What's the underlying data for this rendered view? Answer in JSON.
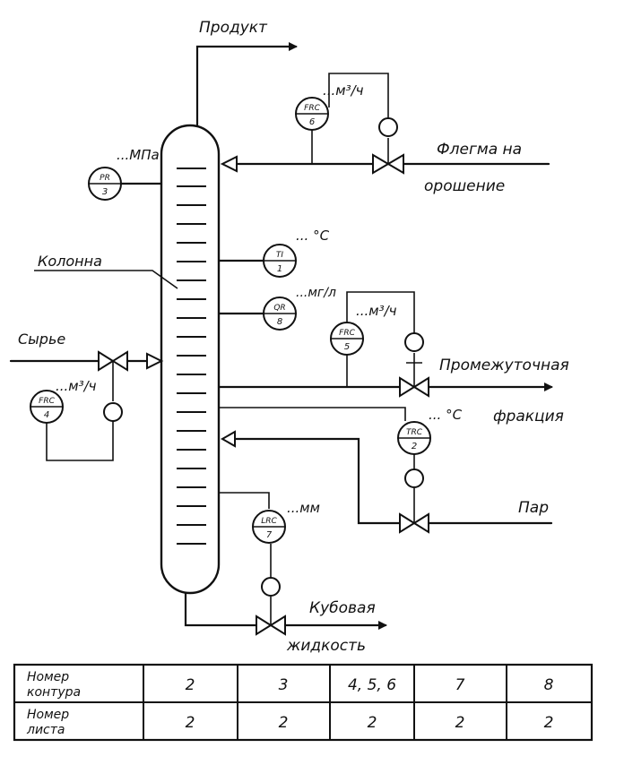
{
  "streams": {
    "product": "Продукт",
    "reflux_line1": "Флегма на",
    "reflux_line2": "орошение",
    "column": "Колонна",
    "feed": "Сырье",
    "intermediate_line1": "Промежуточная",
    "intermediate_line2": "фракция",
    "steam": "Пар",
    "bottoms_line1": "Кубовая",
    "bottoms_line2": "жидкость"
  },
  "instruments": [
    {
      "id": "pr3",
      "code": "PR",
      "num": "3",
      "unit": "...МПа"
    },
    {
      "id": "frc6",
      "code": "FRC",
      "num": "6",
      "unit": "...м³/ч"
    },
    {
      "id": "ti1",
      "code": "TI",
      "num": "1",
      "unit": "... °С"
    },
    {
      "id": "qr8",
      "code": "QR",
      "num": "8",
      "unit": "...мг/л"
    },
    {
      "id": "frc5",
      "code": "FRC",
      "num": "5",
      "unit": "...м³/ч"
    },
    {
      "id": "frc4",
      "code": "FRC",
      "num": "4",
      "unit": "...м³/ч"
    },
    {
      "id": "trc2",
      "code": "TRC",
      "num": "2",
      "unit": "... °С"
    },
    {
      "id": "lrc7",
      "code": "LRC",
      "num": "7",
      "unit": "...мм"
    }
  ],
  "table": {
    "row1_label_line1": "Номер",
    "row1_label_line2": "контура",
    "row2_label_line1": "Номер",
    "row2_label_line2": "листа",
    "contours": [
      "2",
      "3",
      "4, 5, 6",
      "7",
      "8"
    ],
    "sheets": [
      "2",
      "2",
      "2",
      "2",
      "2"
    ]
  }
}
